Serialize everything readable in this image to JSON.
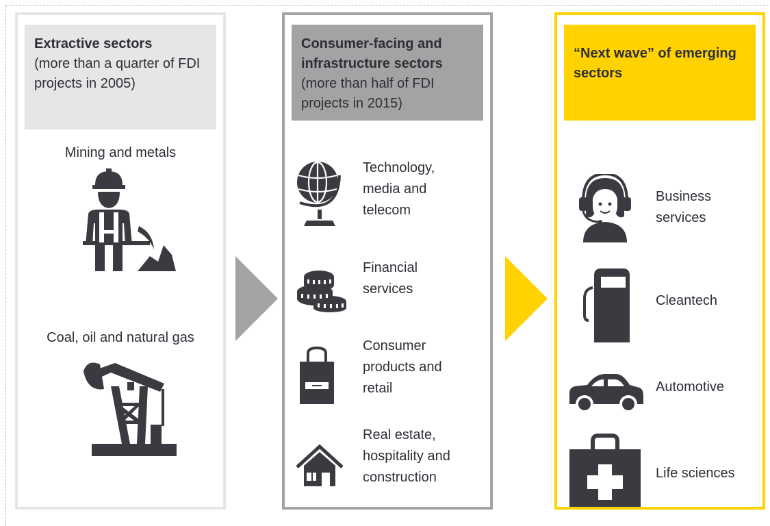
{
  "colors": {
    "panel1": "#e6e6e6",
    "panel2": "#a3a3a3",
    "panel3": "#ffd200",
    "icon": "#3a3a40",
    "arrow_gray": "#a3a3a3",
    "arrow_yellow": "#ffd200"
  },
  "panels": [
    {
      "title": "Extractive sectors",
      "subtitle": "(more than a quarter of FDI projects in 2005)",
      "items": [
        {
          "label": "Mining and metals",
          "icon": "miner-icon"
        },
        {
          "label": "Coal, oil and natural gas",
          "icon": "oil-pump-icon"
        }
      ]
    },
    {
      "title": "Consumer-facing and infrastructure sectors",
      "subtitle": "(more than half of FDI projects in 2015)",
      "items": [
        {
          "label": "Technology, media and telecom",
          "icon": "globe-icon"
        },
        {
          "label": "Financial services",
          "icon": "coins-icon"
        },
        {
          "label": "Consumer products and retail",
          "icon": "shopping-bag-icon"
        },
        {
          "label": "Real estate, hospitality and construction",
          "icon": "house-icon"
        }
      ]
    },
    {
      "title": "“Next wave” of emerging sectors",
      "subtitle": "",
      "items": [
        {
          "label": "Business services",
          "icon": "headset-operator-icon"
        },
        {
          "label": "Cleantech",
          "icon": "fuel-pump-icon"
        },
        {
          "label": "Automotive",
          "icon": "car-icon"
        },
        {
          "label": "Life sciences",
          "icon": "medical-kit-icon"
        }
      ]
    }
  ]
}
